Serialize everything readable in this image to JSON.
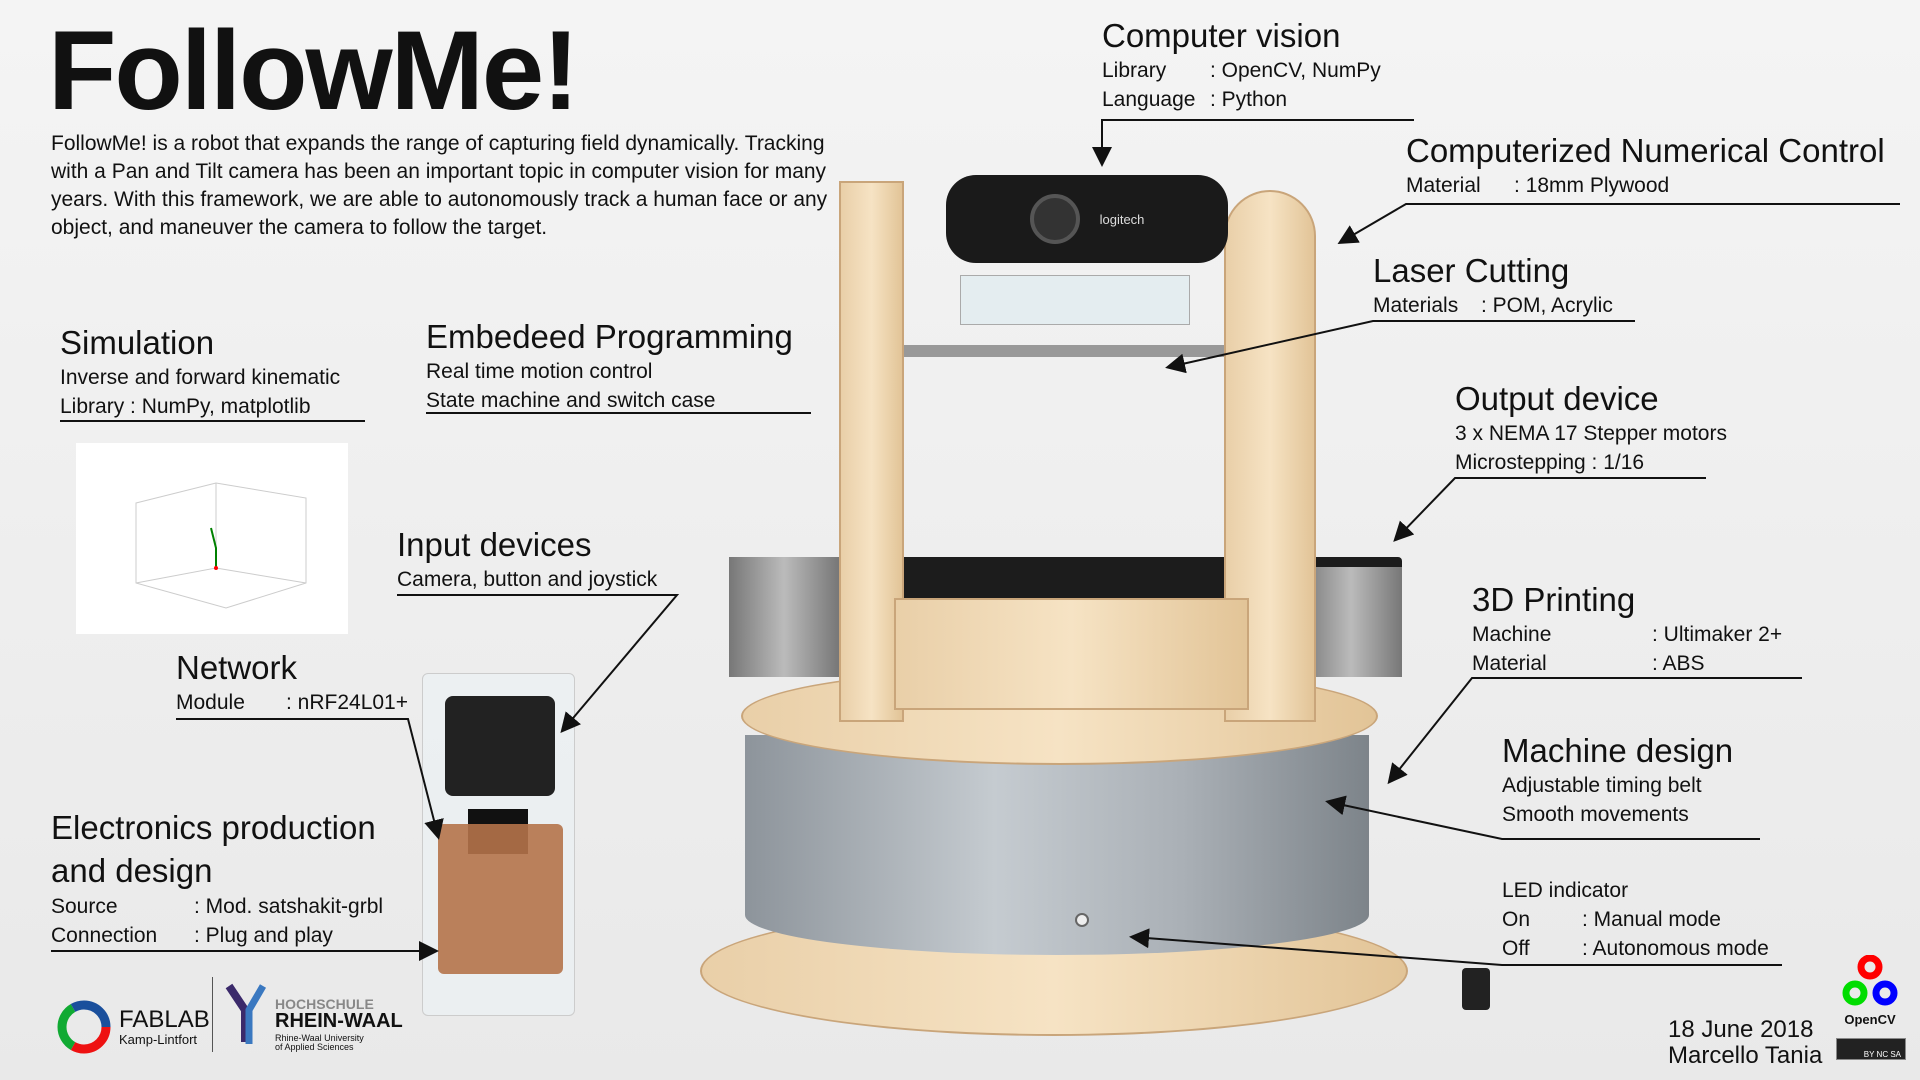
{
  "title": "FollowMe!",
  "intro": "FollowMe! is a robot that expands the range of capturing field dynamically. Tracking with a Pan and Tilt camera has been an important topic in computer vision for many years. With this framework, we are able to autonomously track a human face or any object, and maneuver the camera to follow the target.",
  "simulation": {
    "heading": "Simulation",
    "lines": [
      "Inverse and forward kinematic",
      "Library : NumPy, matplotlib"
    ]
  },
  "embedded": {
    "heading": "Embedeed Programming",
    "lines": [
      "Real time motion control",
      "State machine and switch case"
    ]
  },
  "input": {
    "heading": "Input devices",
    "lines": [
      "Camera, button and joystick"
    ]
  },
  "network": {
    "heading": "Network",
    "key": "Module",
    "value": ": nRF24L01+"
  },
  "electronics": {
    "heading1": "Electronics production",
    "heading2": "and design",
    "rows": [
      {
        "key": "Source",
        "value": ": Mod. satshakit-grbl"
      },
      {
        "key": "Connection",
        "value": ": Plug and play"
      }
    ]
  },
  "vision": {
    "heading": "Computer vision",
    "rows": [
      {
        "key": "Library",
        "value": ": OpenCV, NumPy"
      },
      {
        "key": "Language",
        "value": ": Python"
      }
    ]
  },
  "cnc": {
    "heading": "Computerized Numerical Control",
    "key": "Material",
    "value": ":  18mm Plywood"
  },
  "laser": {
    "heading": "Laser Cutting",
    "key": "Materials",
    "value": ": POM, Acrylic"
  },
  "output": {
    "heading": "Output device",
    "lines": [
      "3 x NEMA 17 Stepper motors",
      "Microstepping : 1/16"
    ]
  },
  "printing": {
    "heading": "3D Printing",
    "rows": [
      {
        "key": "Machine",
        "value": ": Ultimaker 2+"
      },
      {
        "key": "Material",
        "value": ": ABS"
      }
    ]
  },
  "machine": {
    "heading": "Machine design",
    "lines": [
      "Adjustable timing belt",
      "Smooth movements"
    ]
  },
  "led": {
    "heading": "LED indicator",
    "rows": [
      {
        "key": "On",
        "value": ": Manual mode"
      },
      {
        "key": "Off",
        "value": ": Autonomous mode"
      }
    ]
  },
  "footer": {
    "date": "18 June 2018",
    "author": "Marcello Tania"
  },
  "logos": {
    "fablab": "FABLAB",
    "fablab_sub": "Kamp-Lintfort",
    "hs1": "HOCHSCHULE",
    "hs2": "RHEIN-WAAL",
    "hs3": "Rhine-Waal University",
    "hs4": "of Applied Sciences",
    "opencv": "OpenCV",
    "cc": "BY NC SA",
    "camera_brand": "logitech"
  }
}
